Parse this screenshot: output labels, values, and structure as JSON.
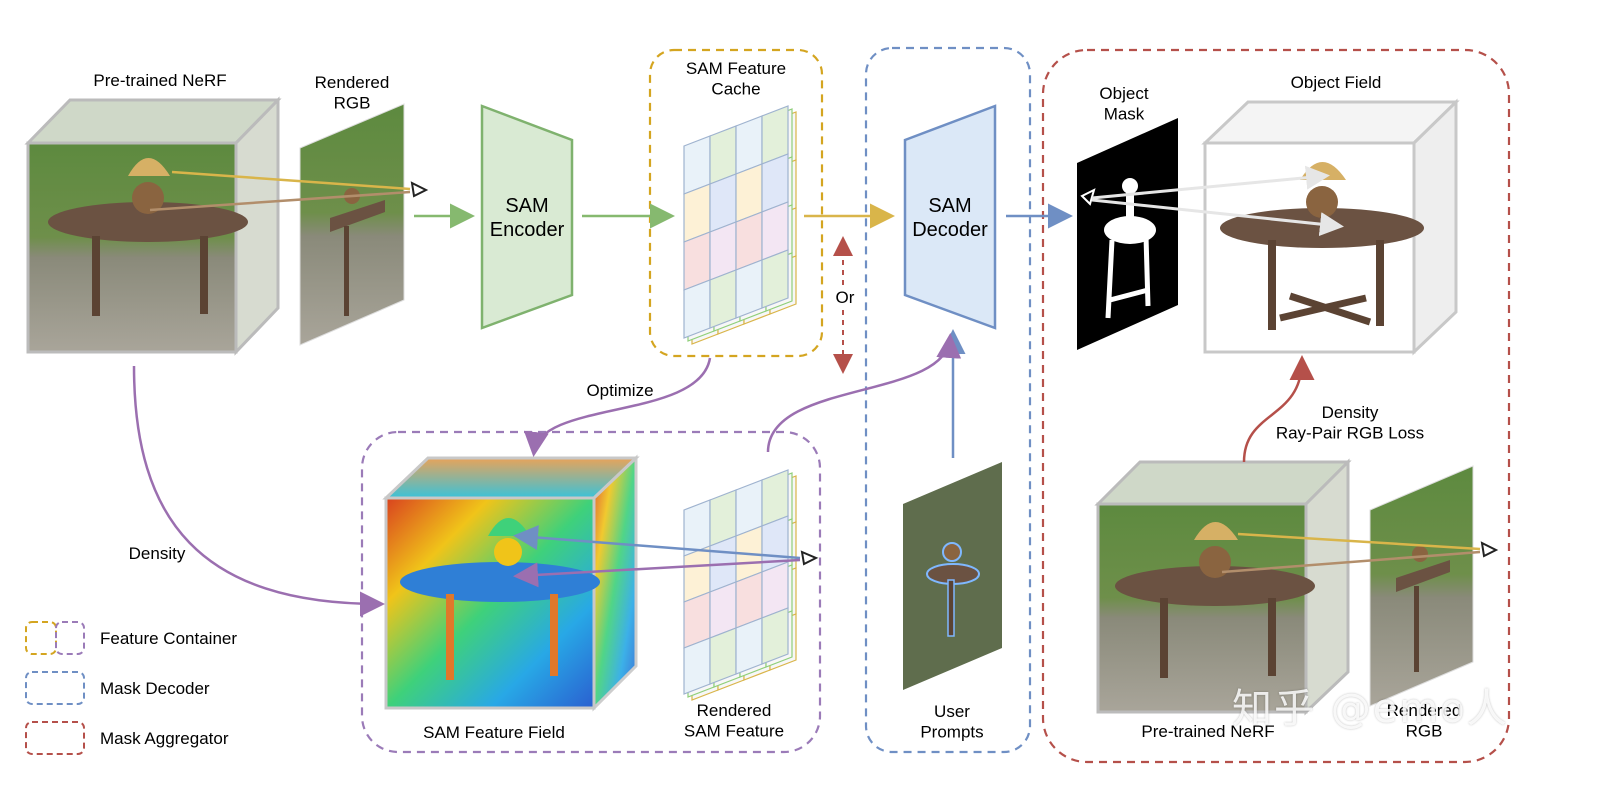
{
  "labels": {
    "pretrained_nerf_top": "Pre-trained NeRF",
    "rendered_rgb_top": "Rendered\nRGB",
    "sam_encoder": "SAM\nEncoder",
    "sam_feature_cache": "SAM Feature\nCache",
    "or": "Or",
    "sam_decoder": "SAM\nDecoder",
    "object_mask": "Object\nMask",
    "object_field": "Object Field",
    "optimize": "Optimize",
    "density_left": "Density",
    "density_loss": "Density\nRay-Pair RGB Loss",
    "sam_feature_field": "SAM Feature Field",
    "rendered_sam_feature": "Rendered\nSAM Feature",
    "user_prompts": "User\nPrompts",
    "pretrained_nerf_bottom": "Pre-trained NeRF",
    "rendered_rgb_bottom": "Rendered\nRGB",
    "watermark": "知乎 @emo人"
  },
  "legend": [
    {
      "label": "Feature Container",
      "colors": [
        "#d4a520",
        "#9b7bb8"
      ]
    },
    {
      "label": "Mask Decoder",
      "colors": [
        "#6f8fc4"
      ]
    },
    {
      "label": "Mask Aggregator",
      "colors": [
        "#b5504a"
      ]
    }
  ],
  "colors": {
    "encoder_fill": "#d9ead3",
    "encoder_stroke": "#7fb26e",
    "decoder_fill": "#dbe8f7",
    "decoder_stroke": "#6f8fc4",
    "cache_border": "#d4a520",
    "field_border": "#9b7bb8",
    "decoder_border": "#6f8fc4",
    "aggregator_border": "#b5504a",
    "green_arrow": "#86b96f",
    "yellow_arrow": "#d9b54a",
    "blue_arrow": "#6f8fc4",
    "purple_arrow": "#9b6fb0",
    "red_arrow": "#b5504a"
  }
}
